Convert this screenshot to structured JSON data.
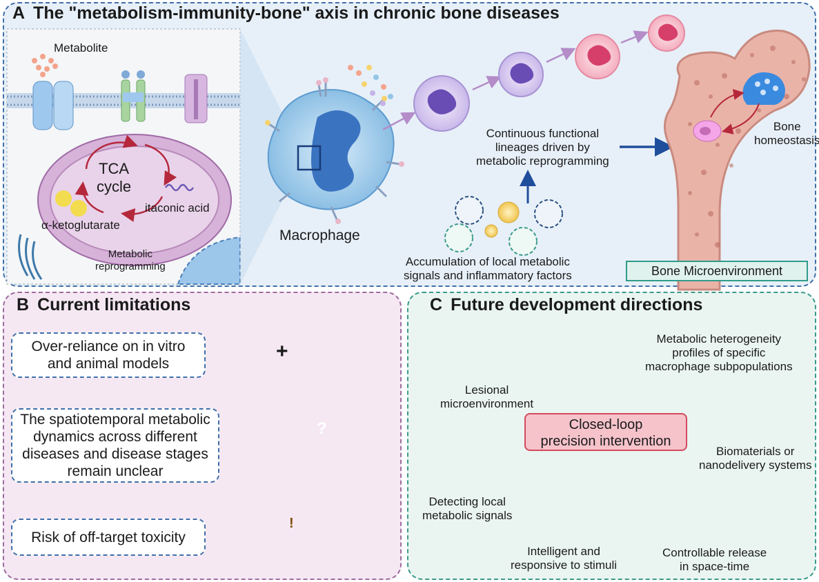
{
  "panel_a": {
    "label": "A",
    "title": "The \"metabolism-immunity-bone\" axis in chronic bone diseases",
    "metabolite": "Metabolite",
    "tca_line1": "TCA",
    "tca_line2": "cycle",
    "itaconic": "itaconic acid",
    "alpha_kg": "α-ketoglutarate",
    "reprog_line1": "Metabolic",
    "reprog_line2": "reprogramming",
    "macrophage": "Macrophage",
    "lineage_line1": "Continuous functional",
    "lineage_line2": "lineages driven by",
    "lineage_line3": "metabolic reprogramming",
    "accum_line1": "Accumulation of local metabolic",
    "accum_line2": "signals and inflammatory factors",
    "bone_homeo_line1": "Bone",
    "bone_homeo_line2": "homeostasis",
    "bone_microenv": "Bone Microenvironment"
  },
  "panel_b": {
    "label": "B",
    "title": "Current limitations",
    "item1_line1": "Over-reliance on in vitro",
    "item1_line2": "and animal models",
    "plus": "+",
    "item2_line1": "The spatiotemporal metabolic",
    "item2_line2": "dynamics across different",
    "item2_line3": "diseases and disease stages",
    "item2_line4": "remain unclear",
    "question": "?",
    "item3": "Risk of off-target toxicity",
    "warning": "!"
  },
  "panel_c": {
    "label": "C",
    "title": "Future development directions",
    "lesional_line1": "Lesional",
    "lesional_line2": "microenvironment",
    "hetero_line1": "Metabolic heterogeneity",
    "hetero_line2": "profiles of specific",
    "hetero_line3": "macrophage subpopulations",
    "closed_line1": "Closed-loop",
    "closed_line2": "precision intervention",
    "bio_line1": "Biomaterials or",
    "bio_line2": "nanodelivery systems",
    "detect_line1": "Detecting local",
    "detect_line2": "metabolic signals",
    "release_line1": "Controllable release",
    "release_line2": "in space-time",
    "intel_line1": "Intelligent and",
    "intel_line2": "responsive to stimuli"
  },
  "colors": {
    "panel_a_border": "#3f6fa8",
    "panel_b_border": "#9d6c9e",
    "panel_c_border": "#3a9a8a",
    "arrow_dark_blue": "#1f4e9c",
    "arrow_purple": "#b48cc8",
    "cycle_red": "#b5283c",
    "closed_loop_fill": "#f6c3cb"
  }
}
